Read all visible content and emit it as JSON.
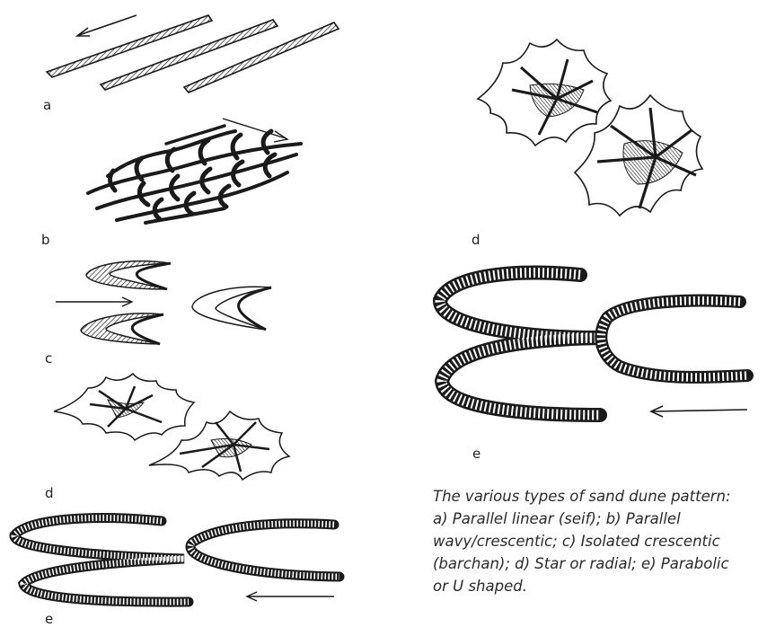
{
  "figure": {
    "labels": {
      "a": "a",
      "b": "b",
      "c": "c",
      "d_small": "d",
      "e_small": "e",
      "d_large": "d",
      "e_large": "e"
    },
    "caption_lines": [
      "The various types of sand dune pattern:",
      "a) Parallel linear (seif); b) Parallel",
      "wavy/crescentic; c) Isolated crescentic",
      "(barchan); d) Star or radial; e) Parabolic",
      "or U shaped."
    ],
    "ink_color": "#1a1a1a"
  }
}
